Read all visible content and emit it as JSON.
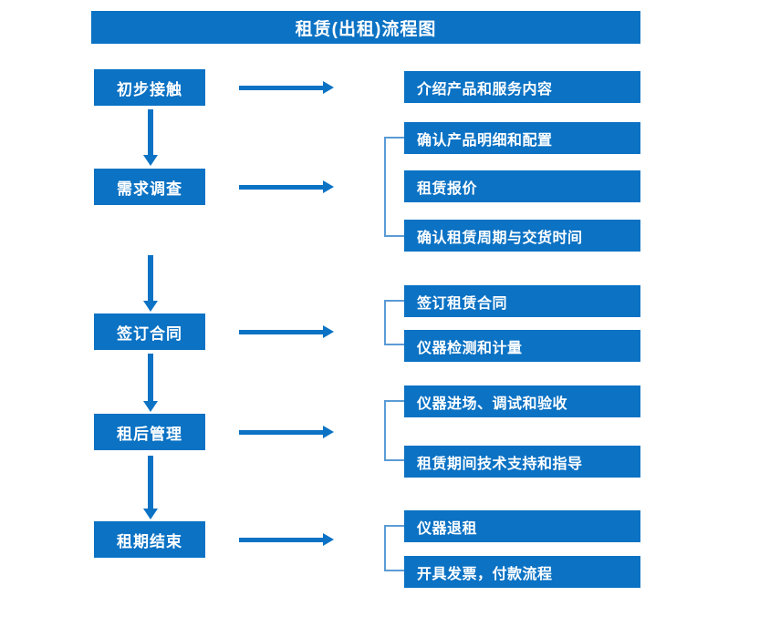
{
  "diagram": {
    "title": "租赁(出租)流程图",
    "colors": {
      "box_fill": "#0B72C4",
      "box_text": "#FFFFFF",
      "arrow": "#0B72C4",
      "bracket": "#5B9BD5",
      "background": "#FFFFFF"
    },
    "stages": [
      {
        "label": "初步接触"
      },
      {
        "label": "需求调查"
      },
      {
        "label": "签订合同"
      },
      {
        "label": "租后管理"
      },
      {
        "label": "租期结束"
      }
    ],
    "details": [
      {
        "label": "介绍产品和服务内容"
      },
      {
        "label": "确认产品明细和配置"
      },
      {
        "label": "租赁报价"
      },
      {
        "label": "确认租赁周期与交货时间"
      },
      {
        "label": "签订租赁合同"
      },
      {
        "label": "仪器检测和计量"
      },
      {
        "label": "仪器进场、调试和验收"
      },
      {
        "label": "租赁期间技术支持和指导"
      },
      {
        "label": "仪器退租"
      },
      {
        "label": "开具发票，付款流程"
      }
    ]
  }
}
